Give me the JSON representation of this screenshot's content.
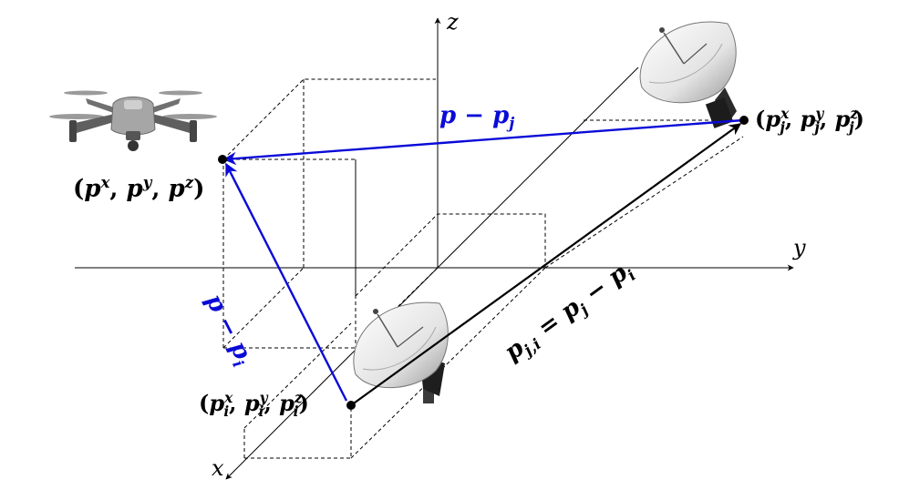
{
  "axes": {
    "x": "x",
    "y": "y",
    "z": "z"
  },
  "points": {
    "drone": {
      "open": "(",
      "p1": "p",
      "s1": "x",
      "p2": "p",
      "s2": "y",
      "p3": "p",
      "s3": "z",
      "close": ")"
    },
    "anchor_i": {
      "open": "(",
      "p1": "p",
      "sub": "i",
      "s1": "x",
      "s2": "y",
      "s3": "z",
      "close": ")"
    },
    "anchor_j": {
      "open": "(",
      "p1": "p",
      "sub": "j",
      "s1": "x",
      "s2": "y",
      "s3": "z",
      "close": ")"
    }
  },
  "vectors": {
    "p_minus_pj": {
      "a": "p",
      "op": " − ",
      "b": "p",
      "b_sub": "j"
    },
    "p_minus_pi": {
      "a": "p",
      "op": " − ",
      "b": "p",
      "b_sub": "i"
    },
    "pji": {
      "lhs": "p",
      "lhs_sub": "j,i",
      "eq": " = ",
      "b": "p",
      "b_sub": "j",
      "op": " − ",
      "c": "p",
      "c_sub": "i"
    }
  },
  "colors": {
    "blue_vector": "#0a0ad8",
    "black_vector": "#000000",
    "dashed": "#000000"
  },
  "icons": {
    "drone": "drone-icon",
    "antenna": "satellite-dish-icon"
  }
}
